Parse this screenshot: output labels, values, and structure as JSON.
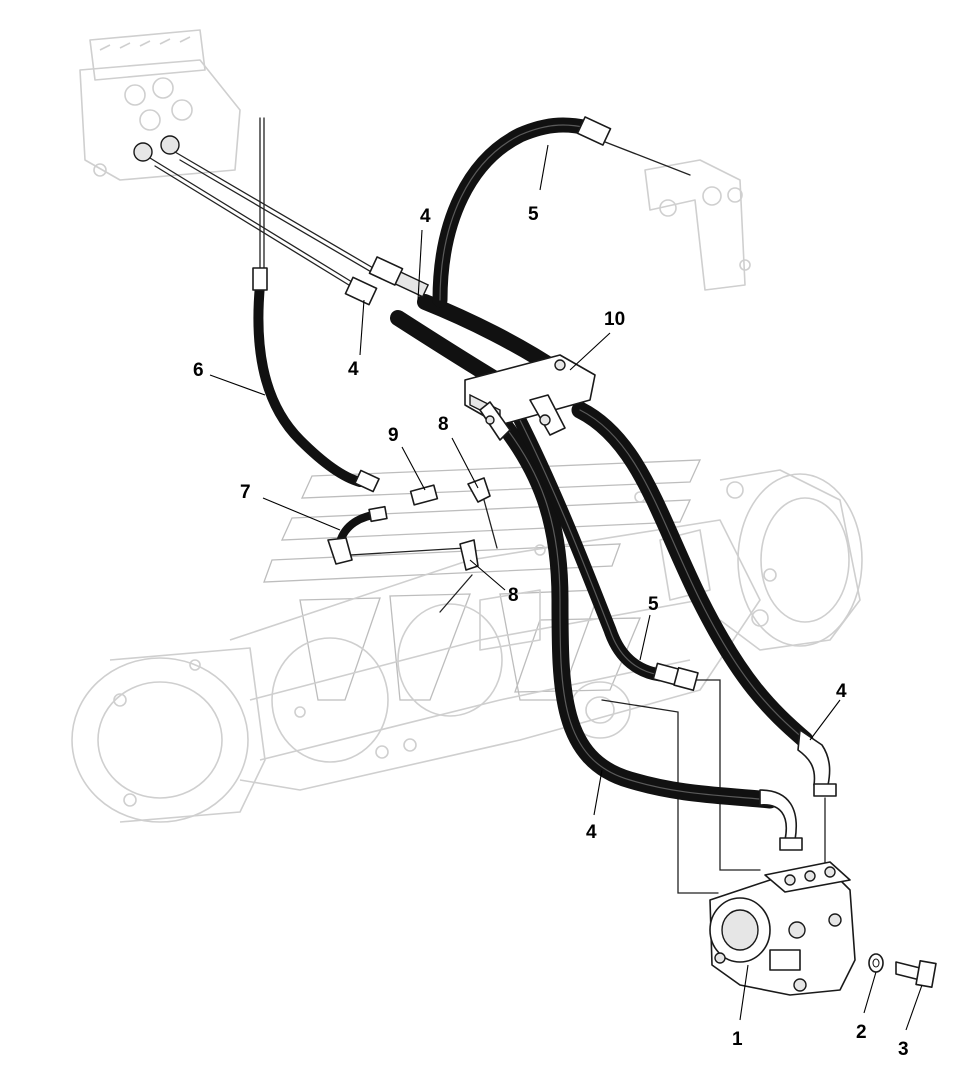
{
  "callouts": {
    "c1": "1",
    "c2": "2",
    "c3": "3",
    "c4a": "4",
    "c4b": "4",
    "c4c": "4",
    "c4d": "4",
    "c5a": "5",
    "c5b": "5",
    "c6": "6",
    "c7": "7",
    "c8a": "8",
    "c8b": "8",
    "c9": "9",
    "c10": "10"
  },
  "colors": {
    "hose": "#111111",
    "ghost": "#cfcfcf",
    "ink": "#000000"
  }
}
